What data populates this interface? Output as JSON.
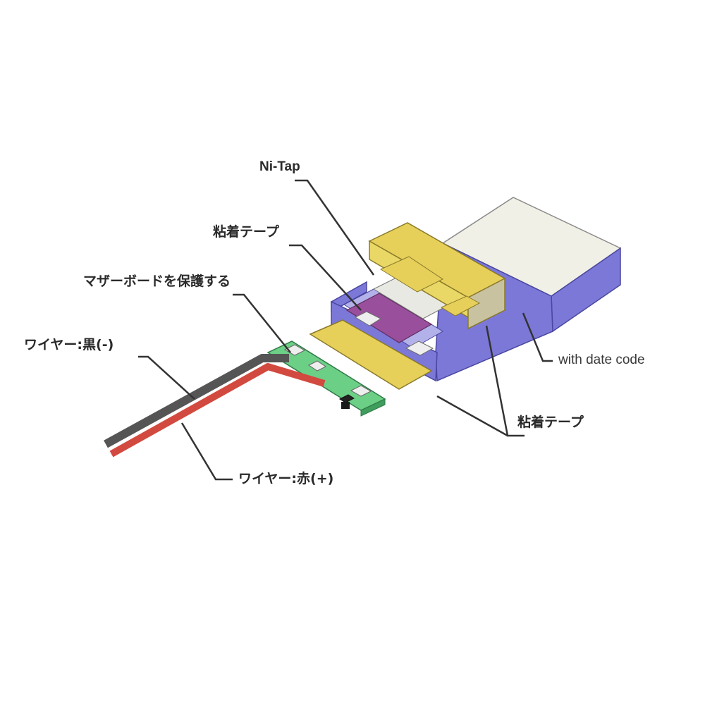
{
  "labels": {
    "ni_tap": "Ni-Tap",
    "adhesive_tape_top": "粘着テープ",
    "protect_board": "マザーボードを保護する",
    "wire_black": "ワイヤー:黒(-)",
    "date_code": "with date code",
    "adhesive_tape_bottom": "粘着テープ",
    "wire_red": "ワイヤー:赤(+)"
  },
  "colors": {
    "battery_side": "#7b78d8",
    "battery_top": "#f1f0e6",
    "tape_yellow": "#e6d05a",
    "pcm_purple": "#9a4f9c",
    "pcb_green": "#6ccf86",
    "wire_black": "#555555",
    "wire_red": "#d24a3f",
    "leader_line": "#333333"
  }
}
